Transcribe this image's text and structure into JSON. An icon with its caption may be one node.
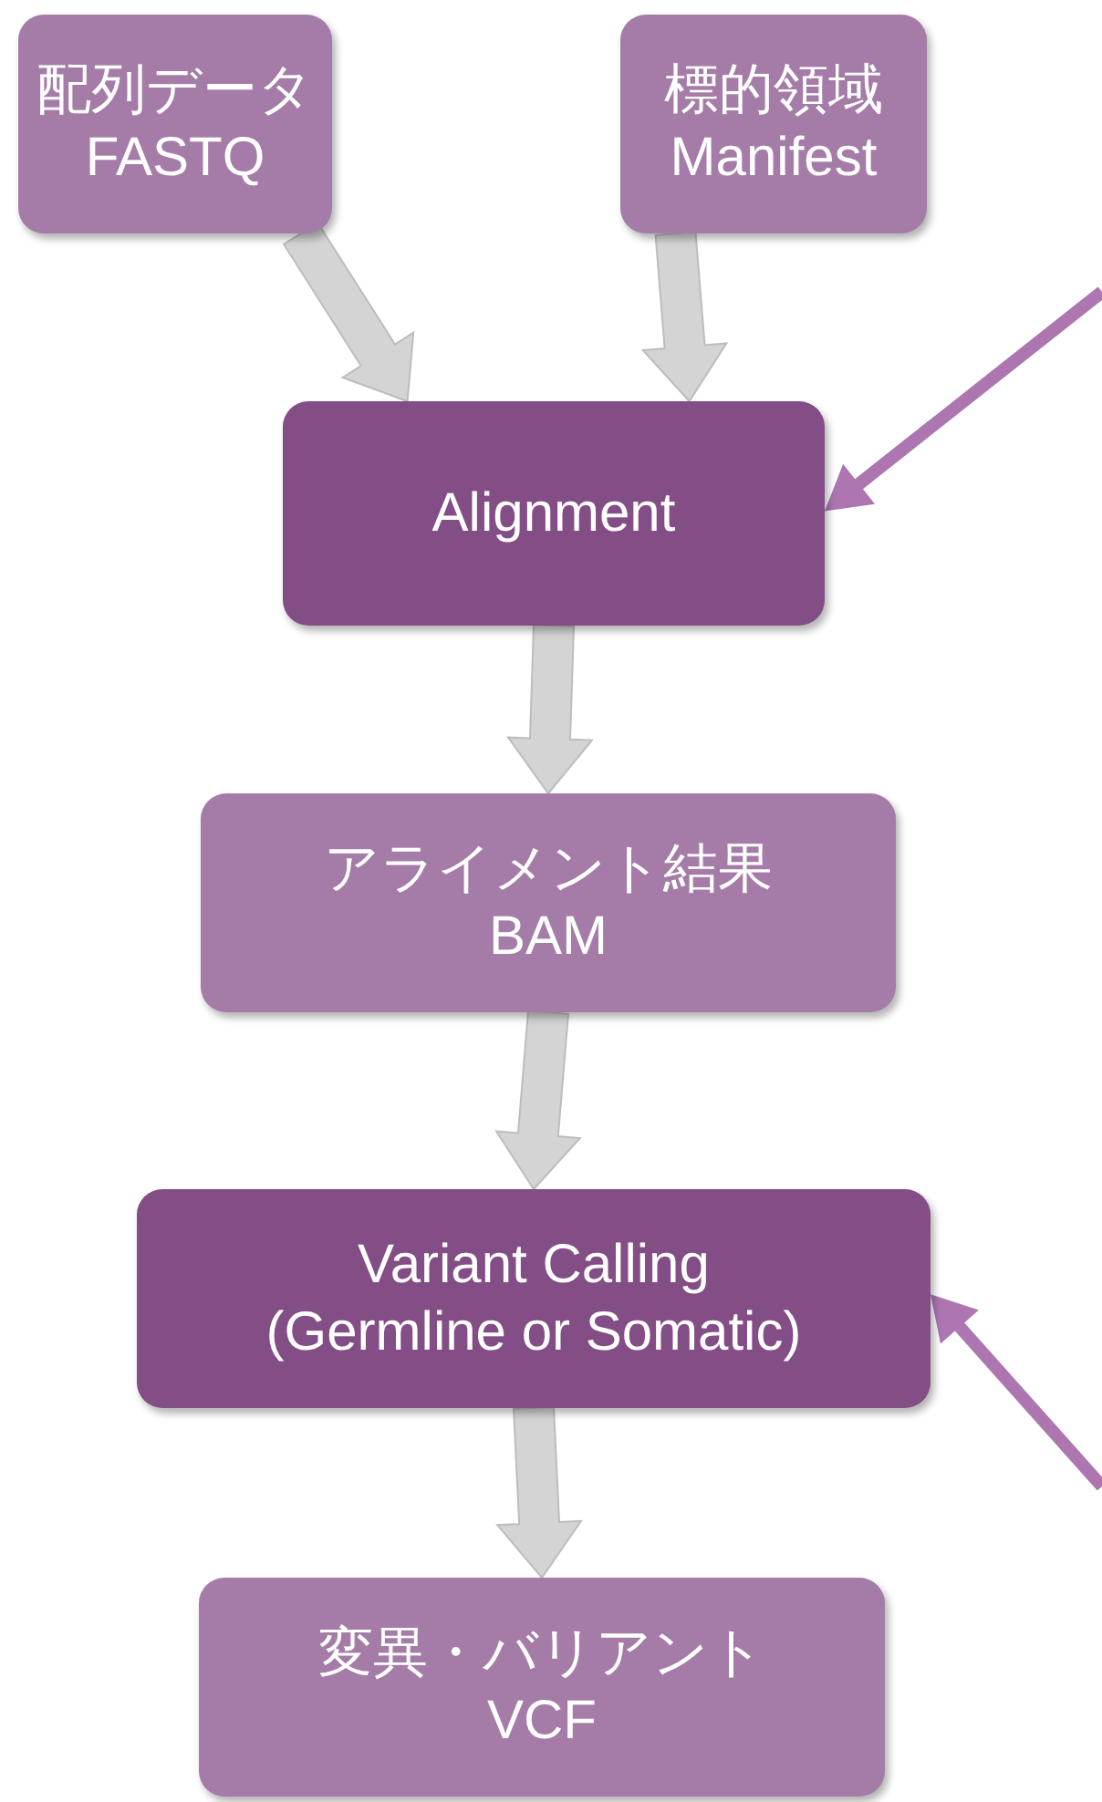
{
  "diagram": {
    "nodes": [
      {
        "text": [
          "配列データ FASTQ"
        ]
      },
      {
        "text": [
          "標的領域 Manifest"
        ]
      },
      {
        "text": [
          "Alignment"
        ]
      },
      {
        "text": [
          "アライメント結果 BAM"
        ]
      },
      {
        "text": [
          "Variant Calling (Germline or Somatic)"
        ]
      },
      {
        "text": [
          "変異・バリアント VCF"
        ]
      }
    ],
    "edges": [
      {
        "from": 0,
        "to": 2,
        "arrow": "to"
      },
      {
        "from": 1,
        "to": 2,
        "arrow": "to"
      },
      {
        "from": 2,
        "to": 3,
        "arrow": "to"
      },
      {
        "from": 3,
        "to": 4,
        "arrow": "to"
      },
      {
        "from": 4,
        "to": 5,
        "arrow": "to"
      },
      {
        "from": null,
        "to": 2,
        "arrow": "to",
        "color": "#ad76b0"
      },
      {
        "from": null,
        "to": 4,
        "arrow": "to",
        "color": "#ad76b0"
      }
    ]
  }
}
